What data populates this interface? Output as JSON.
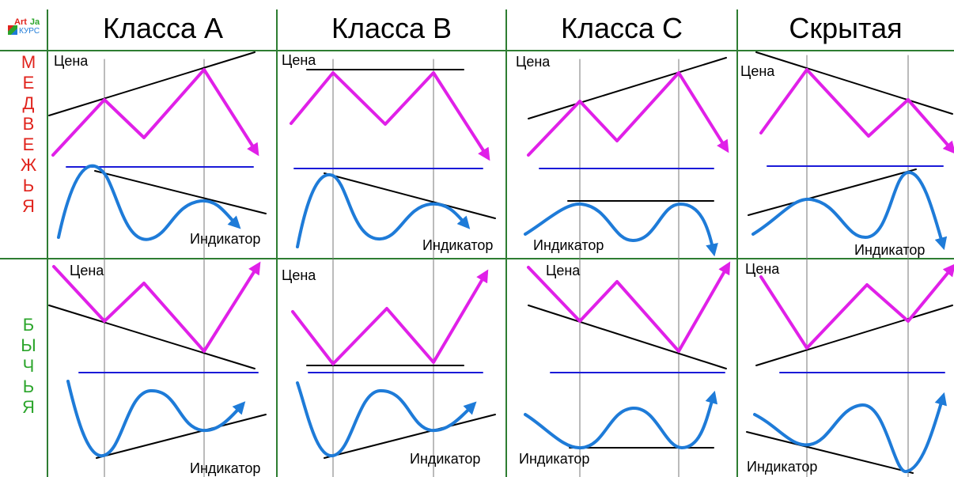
{
  "logo": {
    "art": "Art",
    "ja": "Ja",
    "kurs": "КУРС"
  },
  "columns": [
    "Класса А",
    "Класса В",
    "Класса С",
    "Скрытая"
  ],
  "rows": [
    {
      "name": "bearish",
      "letters": [
        "М",
        "Е",
        "Д",
        "В",
        "Е",
        "Ж",
        "Ь",
        "Я"
      ]
    },
    {
      "name": "bullish",
      "letters": [
        "Б",
        "Ы",
        "Ч",
        "Ь",
        "Я"
      ]
    }
  ],
  "labels": {
    "price": "Цена",
    "indicator": "Индикатор"
  },
  "colors": {
    "grid": "#2e7d32",
    "price_line": "#e020e8",
    "indicator_line": "#1e7bd8",
    "baseline": "#1a1ad8",
    "trend": "#000000",
    "bear_text": "#e0231c",
    "bull_text": "#2ba52b"
  }
}
